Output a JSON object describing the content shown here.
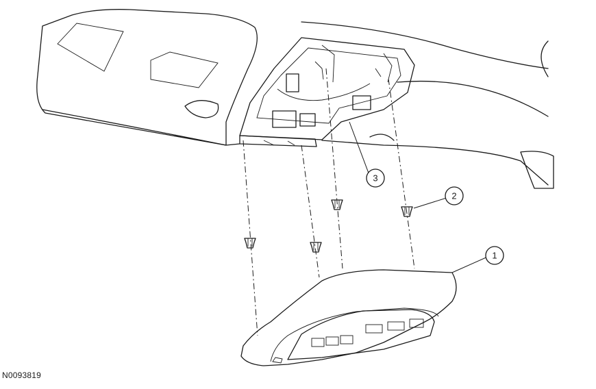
{
  "callouts": [
    {
      "id": "callout-1",
      "label": "1"
    },
    {
      "id": "callout-2",
      "label": "2"
    },
    {
      "id": "callout-3",
      "label": "3"
    }
  ],
  "figure_id": "N0093819",
  "colors": {
    "line": "#1a1a1a",
    "background": "#ffffff"
  }
}
